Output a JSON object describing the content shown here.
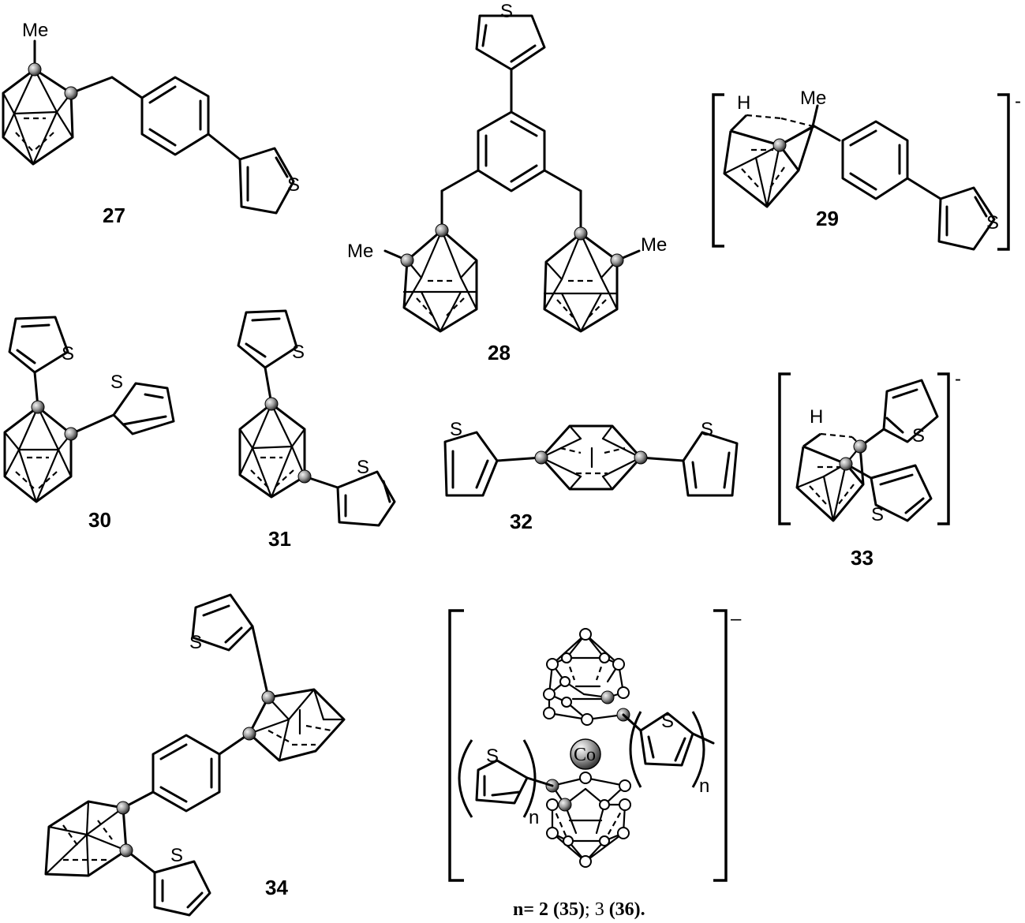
{
  "labels": {
    "me": "Me",
    "s": "S",
    "h": "H",
    "co": "Co",
    "n": "n",
    "charge": "-",
    "charge35": "–"
  },
  "compounds": [
    {
      "id": "c27",
      "number": "27"
    },
    {
      "id": "c28",
      "number": "28"
    },
    {
      "id": "c29",
      "number": "29"
    },
    {
      "id": "c30",
      "number": "30"
    },
    {
      "id": "c31",
      "number": "31"
    },
    {
      "id": "c32",
      "number": "32"
    },
    {
      "id": "c33",
      "number": "33"
    },
    {
      "id": "c34",
      "number": "34"
    }
  ],
  "caption": {
    "n_eq": "n= ",
    "v1": "2",
    "c1": "(35)",
    "sep": "; ",
    "v2": "3",
    "c2": "(36)",
    "end": "."
  },
  "colors": {
    "line": "#000000",
    "atom_sphere": "#9a9a9a",
    "background": "#ffffff"
  }
}
